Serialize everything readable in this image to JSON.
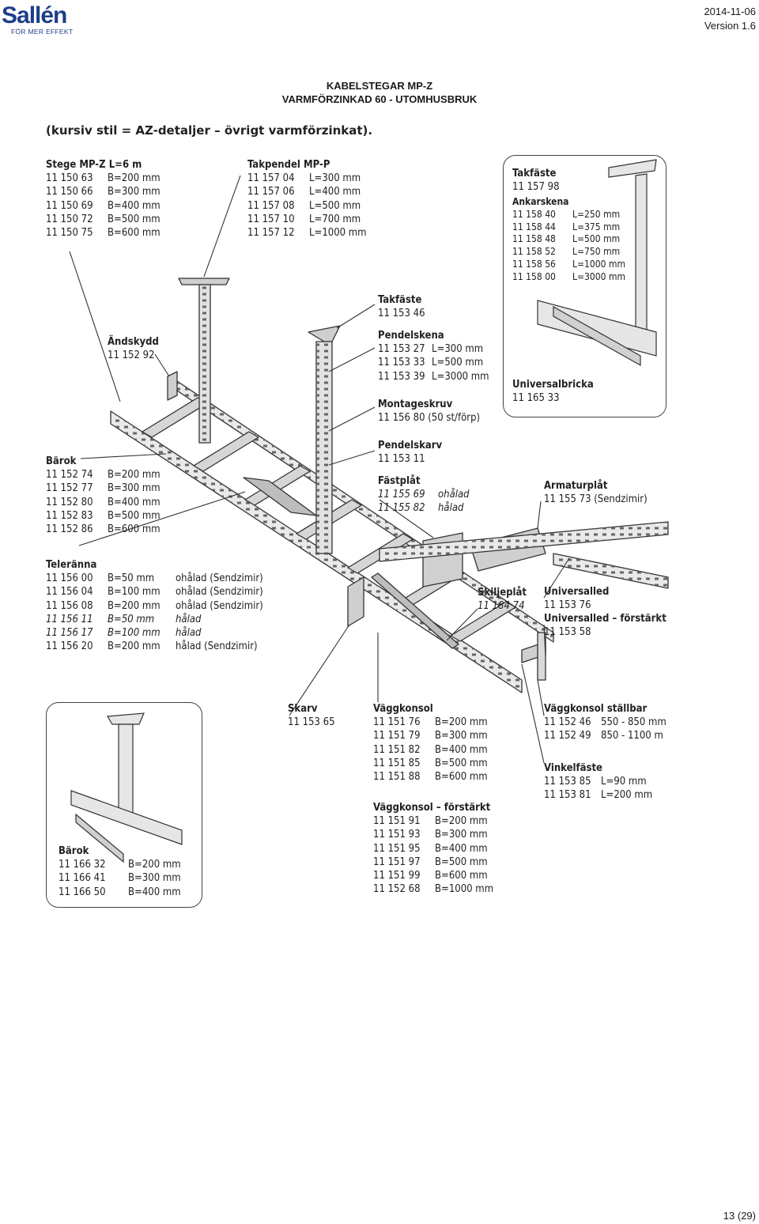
{
  "header": {
    "logo_text": "Sallén",
    "logo_tagline": "FÖR MER EFFEKT",
    "date": "2014-11-06",
    "version": "Version 1.6"
  },
  "title": {
    "line1": "KABELSTEGAR MP-Z",
    "line2": "VARMFÖRZINKAD 60 - UTOMHUSBRUK"
  },
  "note": "(kursiv stil = AZ-detaljer – övrigt varmförzinkat).",
  "parts": {
    "stege": {
      "title": "Stege MP-Z L=6 m",
      "rows": [
        [
          "11 150 63",
          "B=200 mm"
        ],
        [
          "11 150 66",
          "B=300 mm"
        ],
        [
          "11 150 69",
          "B=400 mm"
        ],
        [
          "11 150 72",
          "B=500 mm"
        ],
        [
          "11 150 75",
          "B=600 mm"
        ]
      ]
    },
    "takpendel": {
      "title": "Takpendel MP-P",
      "rows": [
        [
          "11 157 04",
          "L=300 mm"
        ],
        [
          "11 157 06",
          "L=400 mm"
        ],
        [
          "11 157 08",
          "L=500 mm"
        ],
        [
          "11 157 10",
          "L=700 mm"
        ],
        [
          "11 157 12",
          "L=1000 mm"
        ]
      ]
    },
    "takfaste_inset": {
      "title": "Takfäste",
      "rows": [
        [
          "11 157 98"
        ]
      ]
    },
    "ankarskena": {
      "title": "Ankarskena",
      "rows": [
        [
          "11 158 40",
          "L=250 mm"
        ],
        [
          "11 158 44",
          "L=375 mm"
        ],
        [
          "11 158 48",
          "L=500 mm"
        ],
        [
          "11 158 52",
          "L=750 mm"
        ],
        [
          "11 158 56",
          "L=1000 mm"
        ],
        [
          "11 158 00",
          "L=3000 mm"
        ]
      ]
    },
    "universalbricka": {
      "title": "Universalbricka",
      "rows": [
        [
          "11 165 33"
        ]
      ]
    },
    "takfaste": {
      "title": "Takfäste",
      "rows": [
        [
          "11 153 46"
        ]
      ]
    },
    "pendelskena": {
      "title": "Pendelskena",
      "rows": [
        [
          "11 153 27",
          "L=300 mm"
        ],
        [
          "11 153 33",
          "L=500 mm"
        ],
        [
          "11 153 39",
          "L=3000 mm"
        ]
      ]
    },
    "montageskruv": {
      "title": "Montageskruv",
      "rows": [
        [
          "11 156 80 (50 st/förp)"
        ]
      ]
    },
    "andskydd": {
      "title": "Ändskydd",
      "rows": [
        [
          "11 152 92"
        ]
      ]
    },
    "pendelskarv": {
      "title": "Pendelskarv",
      "rows": [
        [
          "11 153 11"
        ]
      ]
    },
    "fastplat": {
      "title": "Fästplåt",
      "rows": [
        [
          "11 155 69",
          "ohålad"
        ],
        [
          "11 155 82",
          "hålad"
        ]
      ]
    },
    "armaturplat": {
      "title": "Armaturplåt",
      "rows": [
        [
          "11 155 73 (Sendzimir)"
        ]
      ]
    },
    "barok": {
      "title": "Bärok",
      "rows": [
        [
          "11 152 74",
          "B=200 mm"
        ],
        [
          "11 152 77",
          "B=300 mm"
        ],
        [
          "11 152 80",
          "B=400 mm"
        ],
        [
          "11 152 83",
          "B=500 mm"
        ],
        [
          "11 152 86",
          "B=600 mm"
        ]
      ]
    },
    "teleranna": {
      "title": "Teleränna",
      "rows": [
        [
          "11 156 00",
          "B=50 mm",
          "ohålad (Sendzimir)"
        ],
        [
          "11 156 04",
          "B=100 mm",
          "ohålad (Sendzimir)"
        ],
        [
          "11 156 08",
          "B=200 mm",
          "ohålad (Sendzimir)"
        ],
        [
          "11 156 11",
          "B=50 mm",
          "hålad"
        ],
        [
          "11 156 17",
          "B=100 mm",
          "hålad"
        ],
        [
          "11 156 20",
          "B=200 mm",
          "hålad (Sendzimir)"
        ]
      ]
    },
    "skiljeplat": {
      "title": "Skiljeplåt",
      "rows": [
        [
          "11 184 74"
        ]
      ]
    },
    "universalled": {
      "title": "Universalled",
      "rows": [
        [
          "11 153 76"
        ]
      ]
    },
    "universalled_forst": {
      "title": "Universalled – förstärkt",
      "rows": [
        [
          "11 153 58"
        ]
      ]
    },
    "skarv": {
      "title": "Skarv",
      "rows": [
        [
          "11 153 65"
        ]
      ]
    },
    "vaggkonsol": {
      "title": "Väggkonsol",
      "rows": [
        [
          "11 151 76",
          "B=200 mm"
        ],
        [
          "11 151 79",
          "B=300 mm"
        ],
        [
          "11 151 82",
          "B=400 mm"
        ],
        [
          "11 151 85",
          "B=500 mm"
        ],
        [
          "11 151 88",
          "B=600 mm"
        ]
      ]
    },
    "vaggkonsol_stallbar": {
      "title": "Väggkonsol ställbar",
      "rows": [
        [
          "11 152 46",
          "550 - 850 mm"
        ],
        [
          "11 152 49",
          "850 - 1100 m"
        ]
      ]
    },
    "vinkelfaste": {
      "title": "Vinkelfäste",
      "rows": [
        [
          "11 153 85",
          "L=90 mm"
        ],
        [
          "11 153 81",
          "L=200 mm"
        ]
      ]
    },
    "vaggkonsol_forst": {
      "title": "Väggkonsol – förstärkt",
      "rows": [
        [
          "11 151 91",
          "B=200 mm"
        ],
        [
          "11 151 93",
          "B=300 mm"
        ],
        [
          "11 151 95",
          "B=400 mm"
        ],
        [
          "11 151 97",
          "B=500 mm"
        ],
        [
          "11 151 99",
          "B=600 mm"
        ],
        [
          "11 152 68",
          "B=1000 mm"
        ]
      ]
    },
    "barok_inset": {
      "title": "Bärok",
      "rows": [
        [
          "11 166 32",
          "B=200 mm"
        ],
        [
          "11 166 41",
          "B=300 mm"
        ],
        [
          "11 166 50",
          "B=400 mm"
        ]
      ]
    }
  },
  "footer": {
    "page": "13 (29)"
  }
}
